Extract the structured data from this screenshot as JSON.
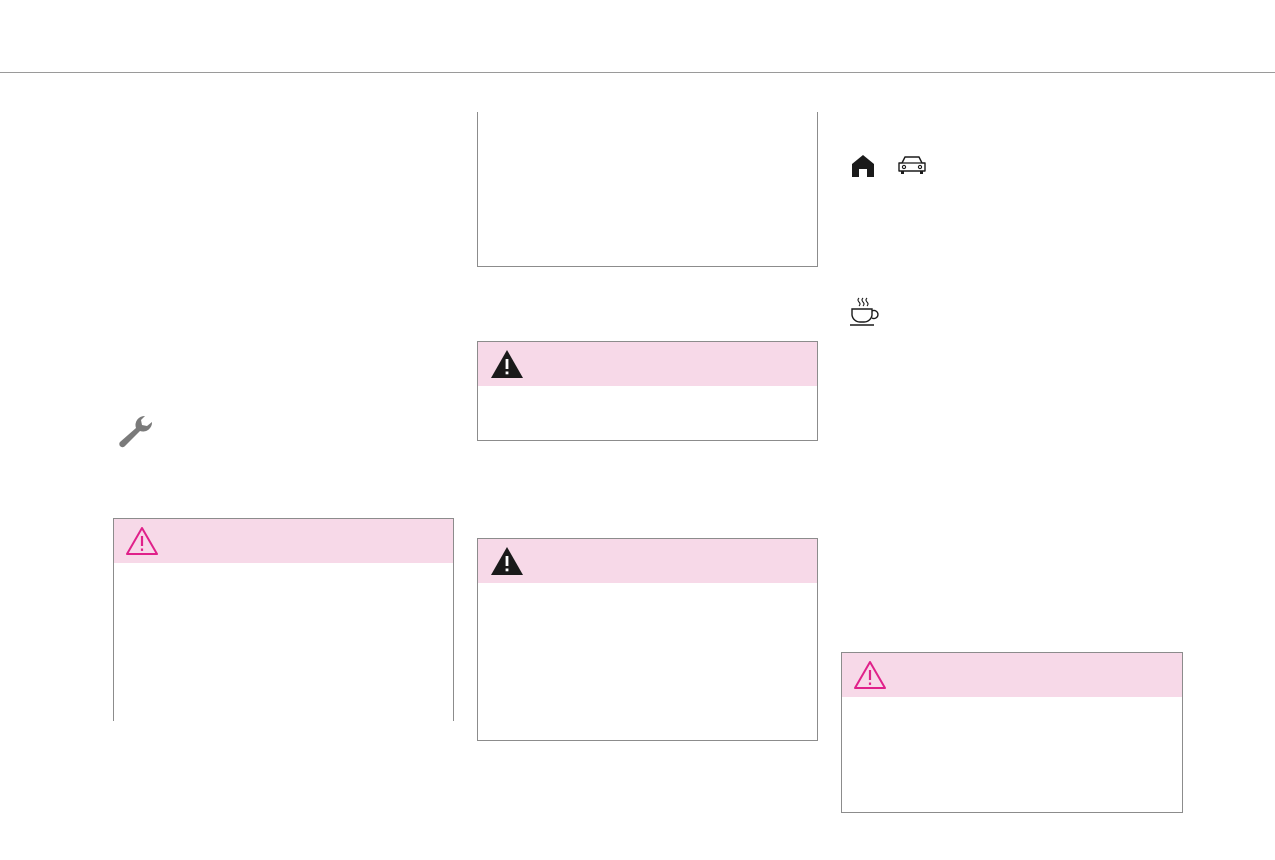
{
  "page": {
    "background": "#ffffff",
    "rule_color": "#9a9a9a"
  },
  "colors": {
    "warning_header_bg": "#f7d9e8",
    "caution_icon_color": "#e0218a",
    "warning_icon_color": "#1a1a1a",
    "wrench_color": "#7a7a7a",
    "border_color": "#8c8c8c"
  },
  "icons": {
    "left_column": [
      "wrench-icon",
      "caution-triangle-icon"
    ],
    "middle_column": [
      "warning-triangle-icon",
      "warning-triangle-icon"
    ],
    "right_column": [
      "house-icon",
      "car-icon",
      "coffee-cup-icon",
      "caution-triangle-icon"
    ]
  },
  "boxes": [
    {
      "kind": "plain",
      "header": false
    },
    {
      "kind": "warning",
      "header": true,
      "icon": "warning-triangle-icon"
    },
    {
      "kind": "warning",
      "header": true,
      "icon": "warning-triangle-icon"
    },
    {
      "kind": "caution",
      "header": true,
      "icon": "caution-triangle-icon"
    },
    {
      "kind": "caution",
      "header": true,
      "icon": "caution-triangle-icon"
    }
  ]
}
